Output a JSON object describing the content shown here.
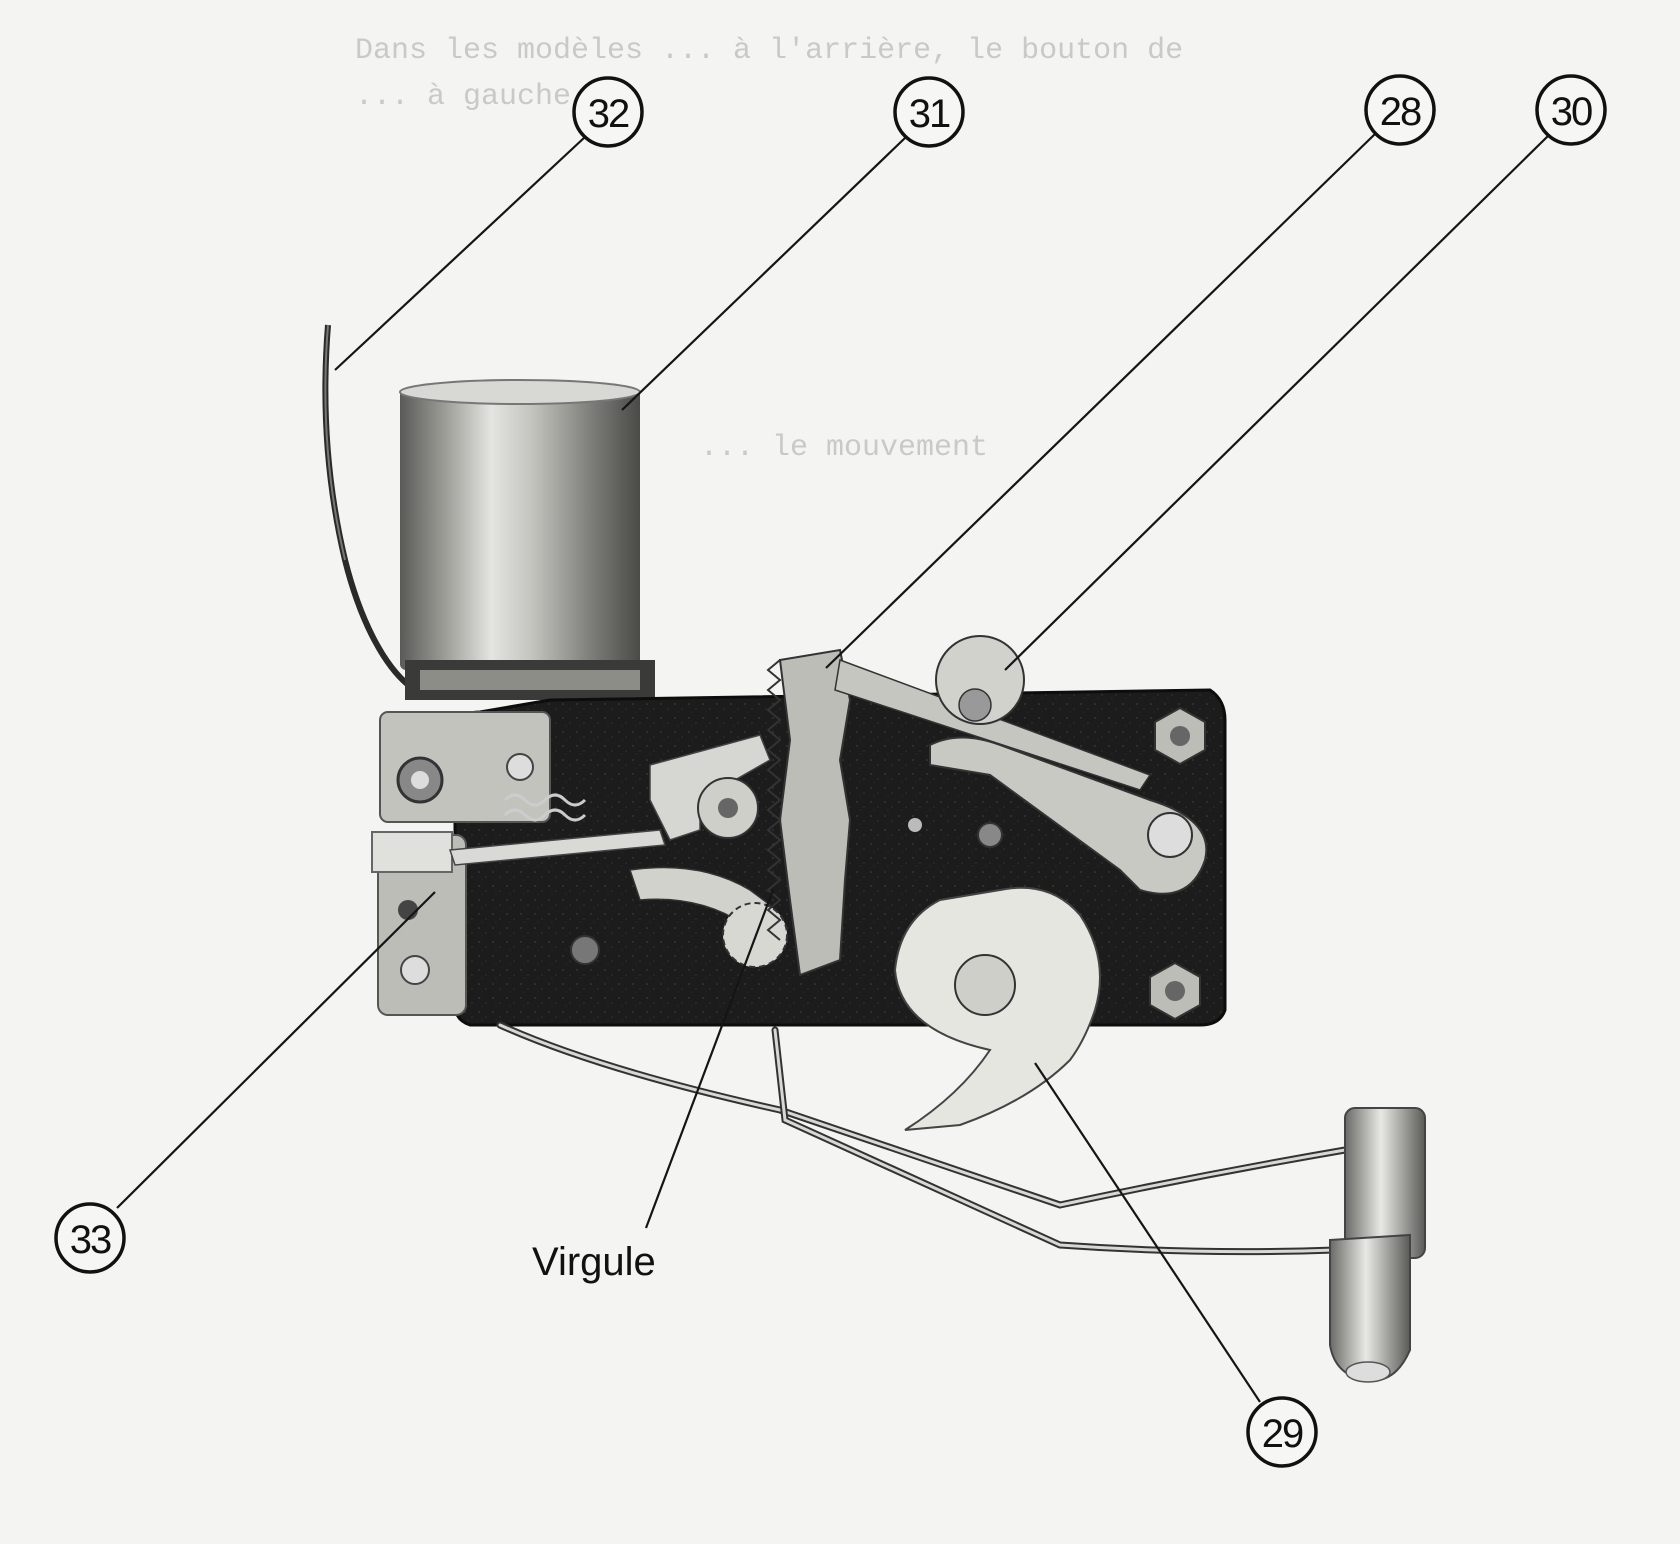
{
  "background_text": {
    "line1": "Dans les modèles ... à l'arrière, le bouton de",
    "line2": "... à gauche.",
    "line3": "... le mouvement"
  },
  "callouts": [
    {
      "id": "c32",
      "number": "32"
    },
    {
      "id": "c31",
      "number": "31"
    },
    {
      "id": "c28",
      "number": "28"
    },
    {
      "id": "c30",
      "number": "30"
    },
    {
      "id": "c33",
      "number": "33"
    },
    {
      "id": "c29",
      "number": "29"
    }
  ],
  "labels": {
    "virgule": "Virgule"
  },
  "colors": {
    "paper": "#f4f4f2",
    "plate": "#1b1b1b",
    "metal": "#b9b9b4",
    "ink": "#111111"
  }
}
